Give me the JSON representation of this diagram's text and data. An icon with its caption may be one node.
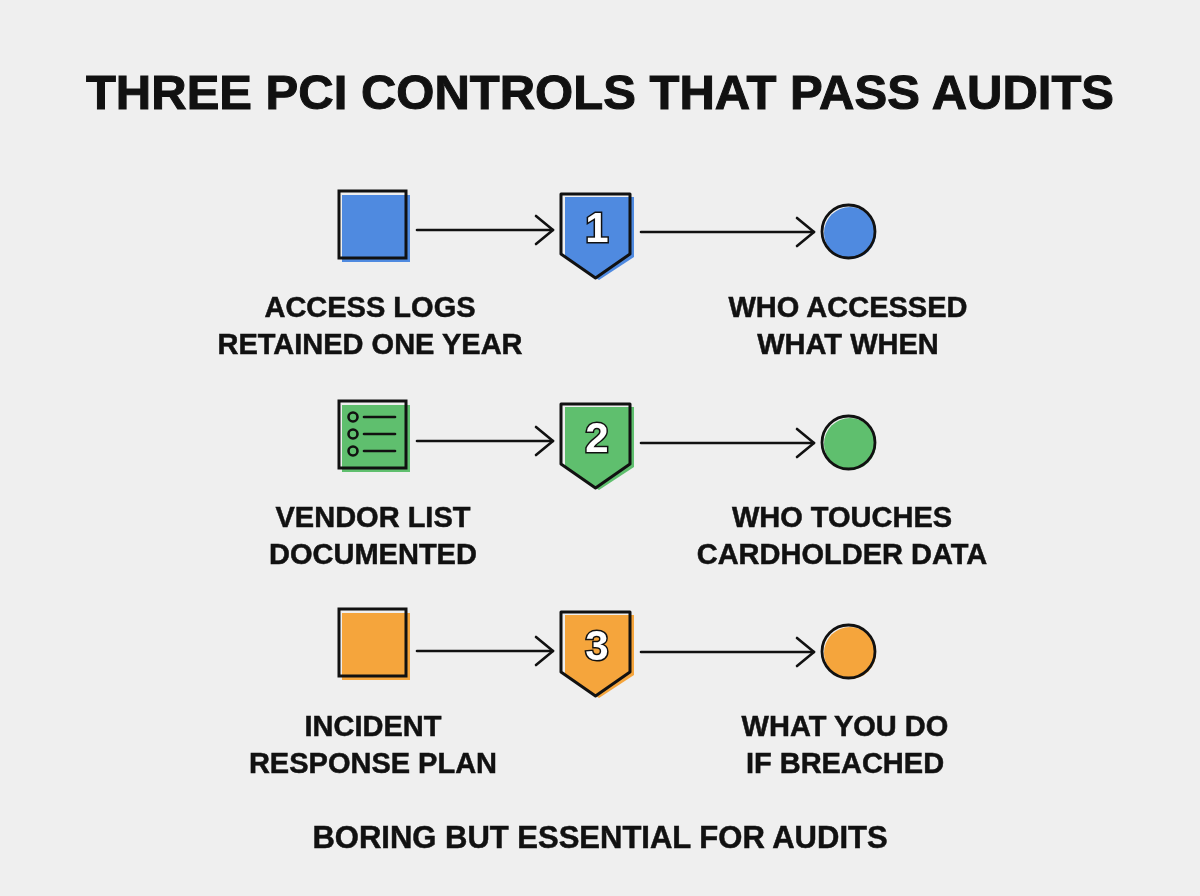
{
  "diagram": {
    "title": "THREE PCI CONTROLS THAT PASS AUDITS",
    "nodes": [
      {
        "text": [],
        "shape": "box",
        "beside": [
          "ACCESS LOGS RETAINED ONE YEAR"
        ]
      },
      {
        "text": [
          "1"
        ]
      },
      {
        "text": [],
        "shape": "circle",
        "beside": [
          "WHO ACCESSED WHAT WHEN"
        ]
      },
      {
        "text": [],
        "shape": "list",
        "beside": [
          "VENDOR LIST DOCUMENTED"
        ]
      },
      {
        "text": [
          "2"
        ]
      },
      {
        "text": [],
        "shape": "circle",
        "beside": [
          "WHO TOUCHES CARDHOLDER DATA"
        ]
      },
      {
        "text": [],
        "shape": "box",
        "beside": [
          "INCIDENT RESPONSE PLAN"
        ]
      },
      {
        "text": [
          "3"
        ]
      },
      {
        "text": [],
        "shape": "circle",
        "beside": [
          "WHAT YOU DO IF BREACHED"
        ]
      }
    ],
    "edges": [
      {
        "from": 0,
        "to": 1,
        "arrow": "to"
      },
      {
        "from": 1,
        "to": 2,
        "arrow": "to"
      },
      {
        "from": 3,
        "to": 4,
        "arrow": "to"
      },
      {
        "from": 4,
        "to": 5,
        "arrow": "to"
      },
      {
        "from": 6,
        "to": 7,
        "arrow": "to"
      },
      {
        "from": 7,
        "to": 8,
        "arrow": "to"
      }
    ],
    "caption": "BORING BUT ESSENTIAL FOR AUDITS"
  }
}
